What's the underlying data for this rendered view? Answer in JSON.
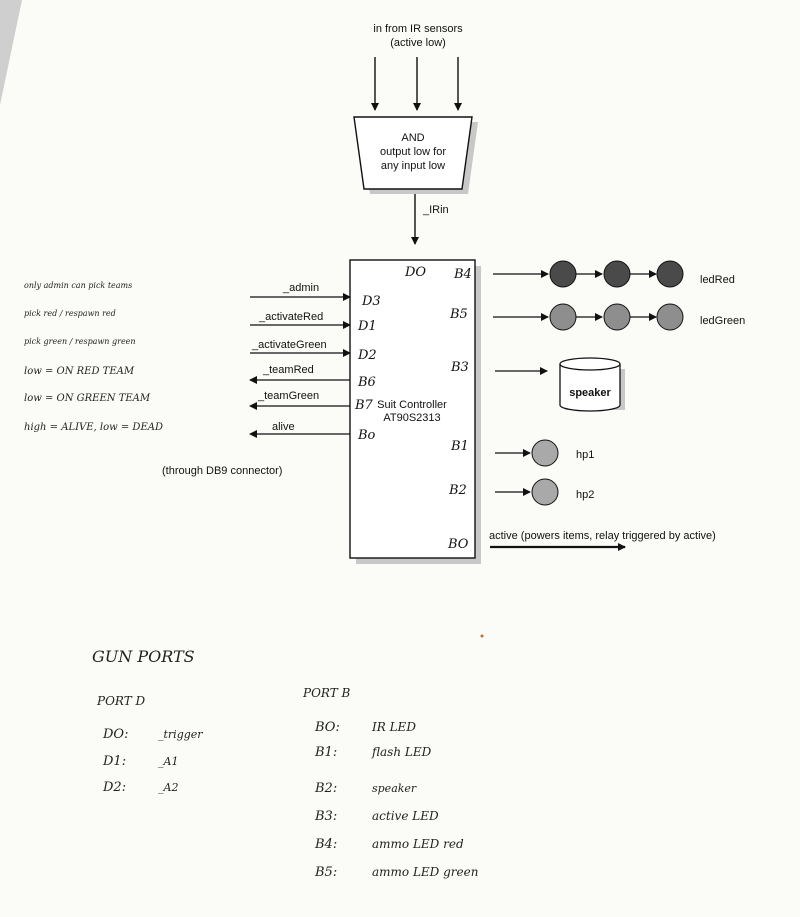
{
  "sensors_label": "in from IR sensors",
  "sensors_sub": "(active low)",
  "and_gate": {
    "title": "AND",
    "line1": "output low for",
    "line2": "any input low"
  },
  "irin_label": "_IRin",
  "controller": {
    "name": "Suit Controller",
    "chip": "AT90S2313"
  },
  "left_pins": [
    {
      "pin": "D3",
      "signal": "_admin",
      "note": "only admin can pick teams"
    },
    {
      "pin": "D1",
      "signal": "_activateRed",
      "note": "pick red / respawn red"
    },
    {
      "pin": "D2",
      "signal": "_activateGreen",
      "note": "pick green / respawn green"
    },
    {
      "pin": "B6",
      "signal": "_teamRed",
      "note": "low = ON RED TEAM"
    },
    {
      "pin": "B7",
      "signal": "_teamGreen",
      "note": "low = ON GREEN TEAM"
    },
    {
      "pin": "Bo",
      "signal": "alive",
      "note": "high = ALIVE, low = DEAD"
    }
  ],
  "top_pin": "DO",
  "right_pins": [
    {
      "pin": "B4",
      "target": "ledRed"
    },
    {
      "pin": "B5",
      "target": "ledGreen"
    },
    {
      "pin": "B3",
      "target": "speaker"
    },
    {
      "pin": "B1",
      "target": "hp1"
    },
    {
      "pin": "B2",
      "target": "hp2"
    },
    {
      "pin": "BO",
      "target": "active (powers items, relay triggered by active)"
    }
  ],
  "connector_note": "(through DB9 connector)",
  "colors": {
    "led_red": "#4a4a4a",
    "led_green": "#8e8e8e",
    "hp": "#a9a9a9",
    "box_shade": "#c8c8c8"
  },
  "gun_ports": {
    "title": "GUN PORTS",
    "port_d": {
      "header": "PORT D",
      "rows": [
        {
          "pin": "DO:",
          "desc": "_trigger"
        },
        {
          "pin": "D1:",
          "desc": "_A1"
        },
        {
          "pin": "D2:",
          "desc": "_A2"
        }
      ]
    },
    "port_b": {
      "header": "PORT B",
      "rows": [
        {
          "pin": "BO:",
          "desc": "IR LED"
        },
        {
          "pin": "B1:",
          "desc": "flash LED"
        },
        {
          "pin": "B2:",
          "desc": "speaker"
        },
        {
          "pin": "B3:",
          "desc": "active LED"
        },
        {
          "pin": "B4:",
          "desc": "ammo LED red"
        },
        {
          "pin": "B5:",
          "desc": "ammo LED green"
        }
      ]
    }
  }
}
